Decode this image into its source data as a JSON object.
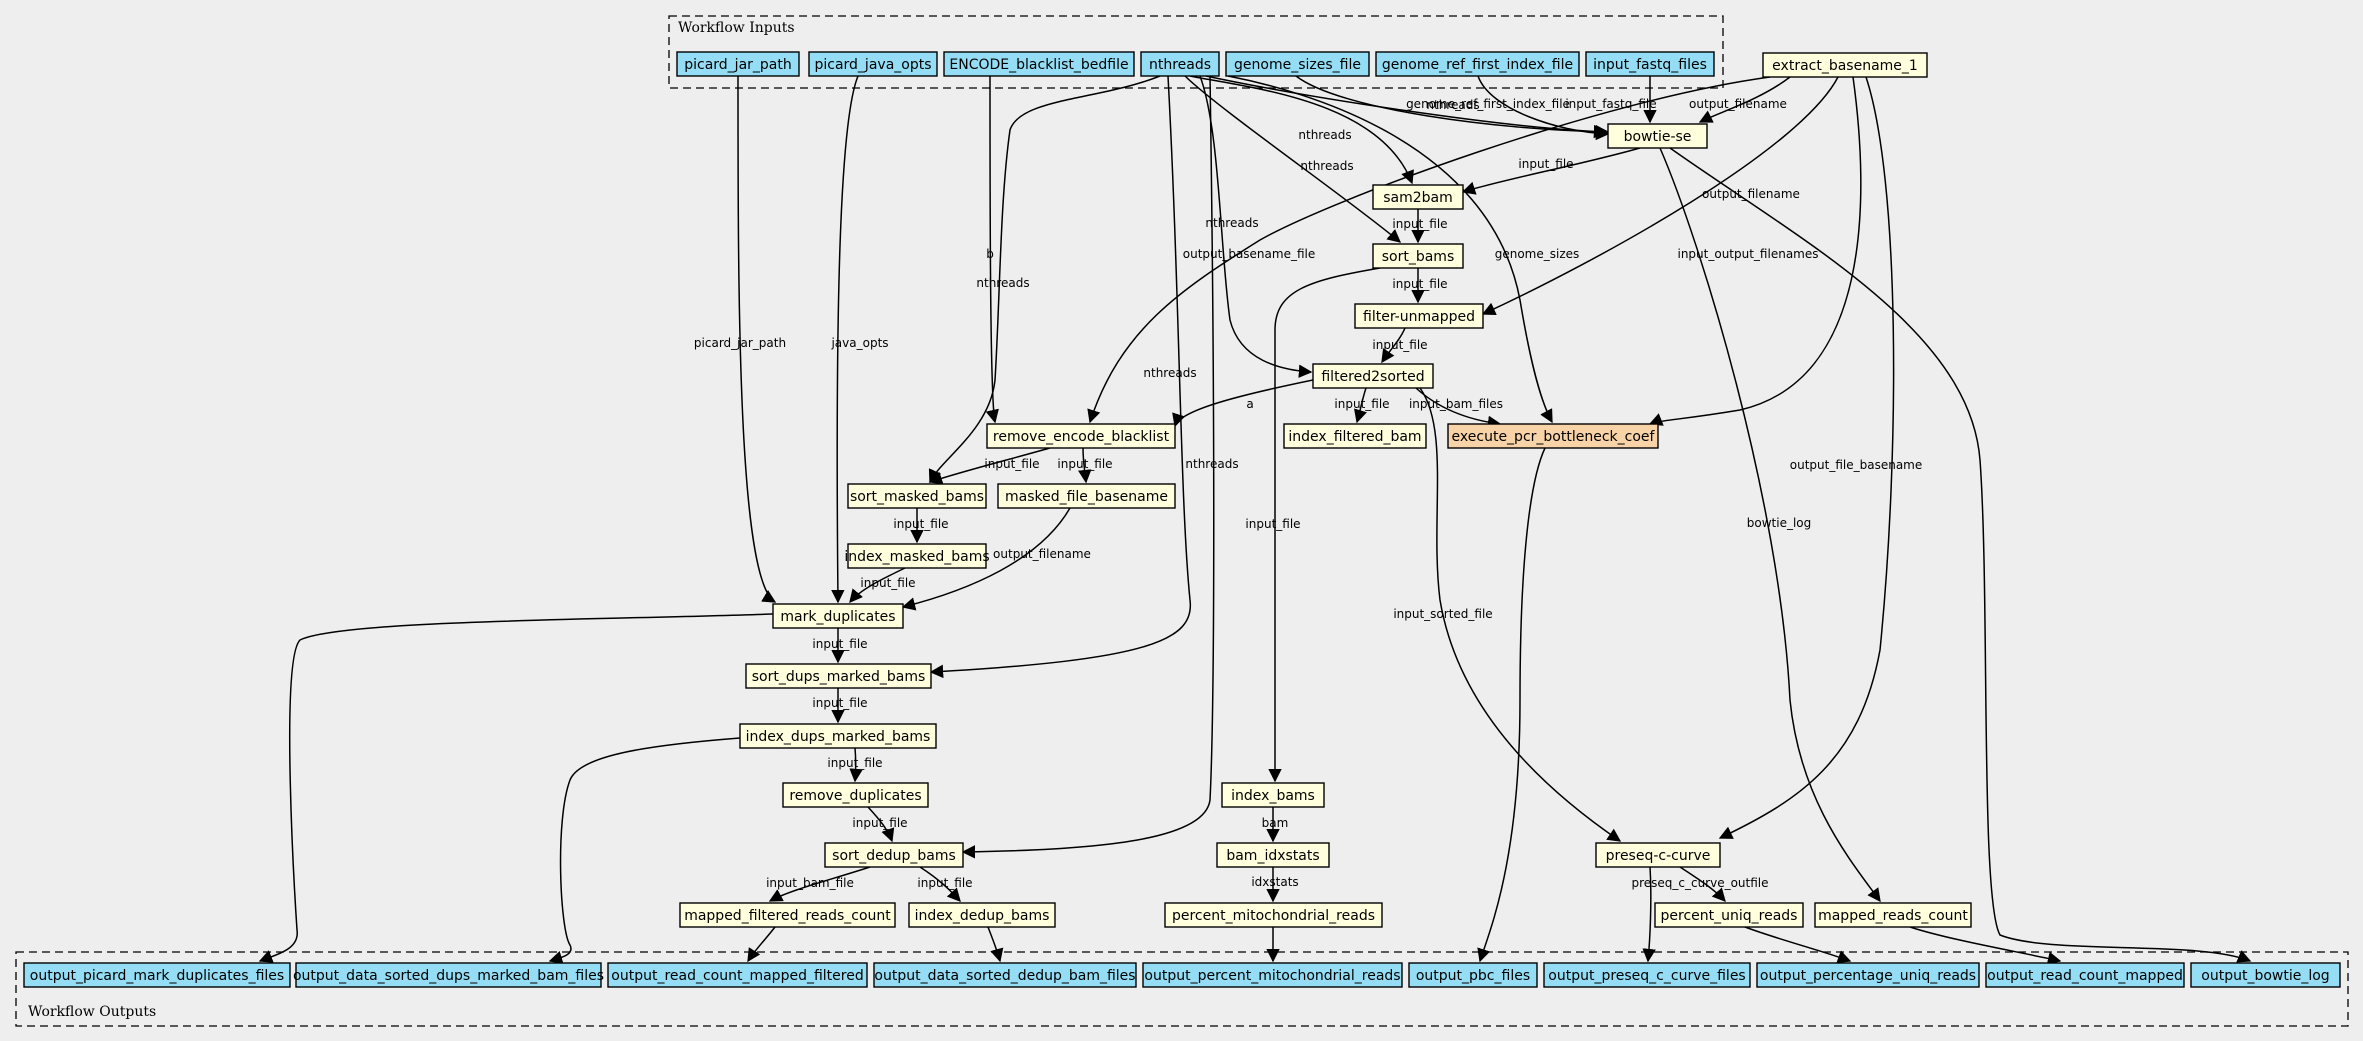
{
  "colors": {
    "input": "#94ddf4",
    "output": "#94ddf4",
    "step": "#ffffdd",
    "highlight": "#f9d3a8",
    "background": "#eeeeee"
  },
  "clusters": {
    "inputs_label": "Workflow Inputs",
    "outputs_label": "Workflow Outputs"
  },
  "nodes": {
    "picard_jar_path": "picard_jar_path",
    "picard_java_opts": "picard_java_opts",
    "encode_blacklist": "ENCODE_blacklist_bedfile",
    "nthreads": "nthreads",
    "genome_sizes_file": "genome_sizes_file",
    "genome_ref": "genome_ref_first_index_file",
    "input_fastq": "input_fastq_files",
    "extract_basename": "extract_basename_1",
    "bowtie": "bowtie-se",
    "sam2bam": "sam2bam",
    "sort_bams": "sort_bams",
    "filter_unmapped": "filter-unmapped",
    "filtered2sorted": "filtered2sorted",
    "remove_blacklist": "remove_encode_blacklist",
    "index_filtered_bam": "index_filtered_bam",
    "pcr_bottleneck": "execute_pcr_bottleneck_coef",
    "sort_masked_bams": "sort_masked_bams",
    "masked_file_basename": "masked_file_basename",
    "index_masked_bams": "index_masked_bams",
    "mark_duplicates": "mark_duplicates",
    "sort_dups_marked_bams": "sort_dups_marked_bams",
    "index_dups_marked_bams": "index_dups_marked_bams",
    "remove_duplicates": "remove_duplicates",
    "sort_dedup_bams": "sort_dedup_bams",
    "mapped_filtered_reads_count": "mapped_filtered_reads_count",
    "index_dedup_bams": "index_dedup_bams",
    "index_bams": "index_bams",
    "bam_idxstats": "bam_idxstats",
    "percent_mito": "percent_mitochondrial_reads",
    "preseq": "preseq-c-curve",
    "percent_uniq_reads": "percent_uniq_reads",
    "mapped_reads_count": "mapped_reads_count",
    "out_picard": "output_picard_mark_duplicates_files",
    "out_dups_marked": "output_data_sorted_dups_marked_bam_files",
    "out_count_filtered": "output_read_count_mapped_filtered",
    "out_dedup": "output_data_sorted_dedup_bam_files",
    "out_mito": "output_percent_mitochondrial_reads",
    "out_pbc": "output_pbc_files",
    "out_preseq": "output_preseq_c_curve_files",
    "out_uniq": "output_percentage_uniq_reads",
    "out_count_mapped": "output_read_count_mapped",
    "out_bowtie_log": "output_bowtie_log"
  },
  "edge_labels": {
    "nthreads_bowtie": "nthreads",
    "genome_ref_bowtie": "genome_ref_first_index_file",
    "fastq_bowtie": "input_fastq_file",
    "basename_bowtie": "output_filename",
    "nthreads_sam2bam": "nthreads",
    "nthreads_sort_bams": "nthreads",
    "bowtie_sam2bam": "input_file",
    "sam2bam_sort": "input_file",
    "sort_filter": "input_file",
    "filter_f2s": "input_file",
    "basename_filter": "output_filename",
    "basename_pcr": "input_output_filenames",
    "basename_preseq": "output_file_basename",
    "basename_blacklist": "output_basename_file",
    "genome_sizes_pcr": "genome_sizes",
    "nthreads_f2s": "nthreads",
    "blacklist_b": "b",
    "nthreads_sort_masked": "nthreads",
    "nthreads_sort_dups": "nthreads",
    "nthreads_sort_dedup": "nthreads",
    "jar_mark": "picard_jar_path",
    "java_mark": "java_opts",
    "f2s_blacklist": "a",
    "f2s_index_filtered": "input_file",
    "f2s_pcr": "input_bam_files",
    "f2s_preseq": "input_sorted_file",
    "sort_index_bams": "input_file",
    "blacklist_sort_masked": "input_file",
    "blacklist_masked_basename": "input_file",
    "sort_masked_index": "input_file",
    "index_masked_mark": "input_file",
    "masked_basename_mark": "output_filename",
    "mark_sort_dups": "input_file",
    "sort_dups_index": "input_file",
    "index_dups_remove": "input_file",
    "remove_sort_dedup": "input_file",
    "dedup_mapped_count": "input_bam_file",
    "dedup_index": "input_file",
    "index_bams_idxstats": "bam",
    "idxstats_mito": "idxstats",
    "preseq_uniq": "preseq_c_curve_outfile",
    "bowtie_mapped_count": "bowtie_log"
  }
}
